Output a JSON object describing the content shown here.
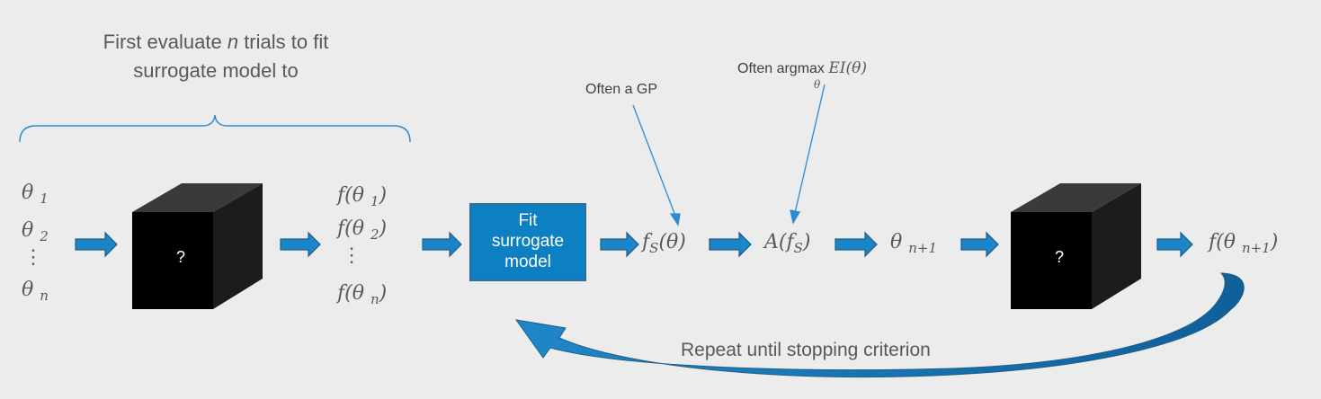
{
  "title": {
    "prefix": "First evaluate ",
    "n": "n",
    "suffix": " trials to fit",
    "line2": "surrogate model to"
  },
  "inputs": {
    "theta": "θ",
    "subs": [
      "1",
      "2",
      "n"
    ],
    "dots": "⋮"
  },
  "blackbox_label": "?",
  "outputs": {
    "f": "f",
    "theta": "θ",
    "subs": [
      "1",
      "2",
      "n"
    ],
    "dots": "⋮"
  },
  "fit_box": {
    "line1": "Fit",
    "line2": "surrogate",
    "line3": "model"
  },
  "fs": {
    "f": "f",
    "sub": "S",
    "arg": "θ"
  },
  "acq": {
    "a": "A",
    "f": "f",
    "sub": "S"
  },
  "next": {
    "theta": "θ",
    "sub": "n+1"
  },
  "final": {
    "f": "f",
    "theta": "θ",
    "sub": "n+1"
  },
  "notes": {
    "gp": "Often a GP",
    "argmax_prefix": "Often argmax",
    "argmax_sub": "θ",
    "ei": "EI(θ)"
  },
  "loop_label": "Repeat until stopping criterion",
  "colors": {
    "arrow": "#1a86c8",
    "arrow_edge": "#1f5f86",
    "fit_box": "#0d80c3",
    "cube_front": "#000000",
    "cube_top": "#3a3a3a",
    "cube_side": "#1c1c1c",
    "bracket": "#2e8bd0"
  }
}
